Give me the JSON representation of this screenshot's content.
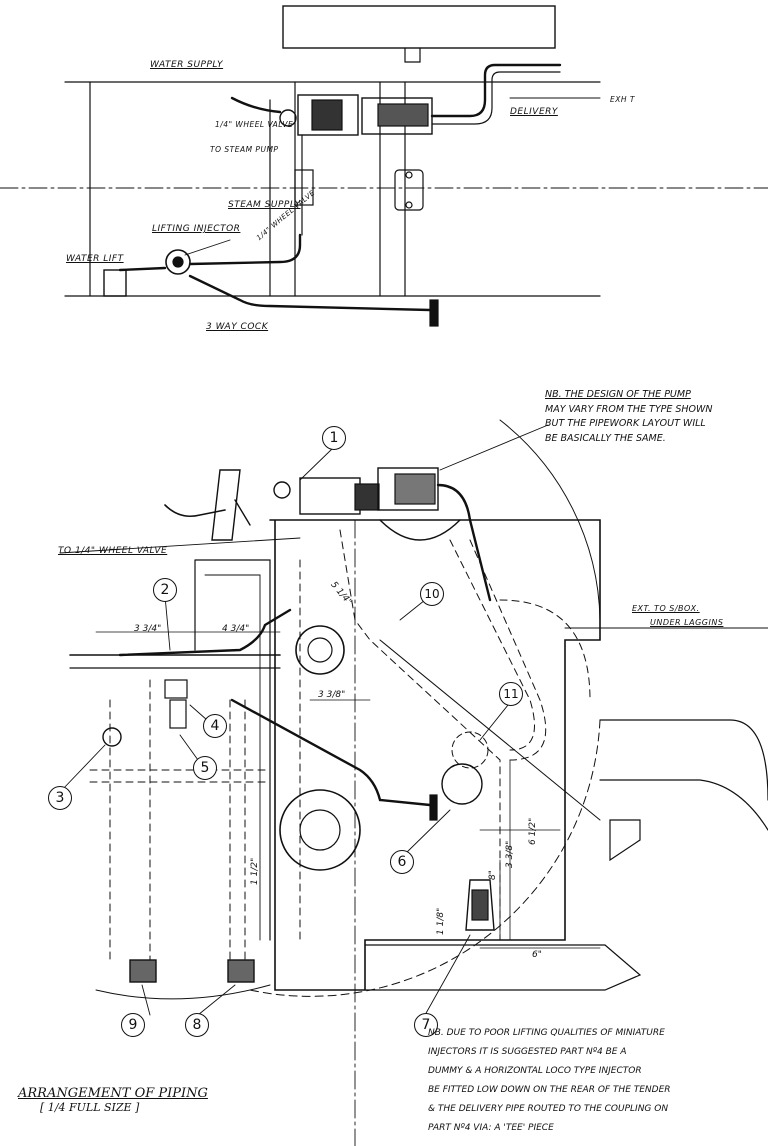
{
  "labels": {
    "water_supply": "WATER SUPPLY",
    "half_wheel_valve_top": "1/4\" WHEEL VALVE",
    "to_steam_pump": "TO STEAM PUMP",
    "exh": "EXH T",
    "delivery": "DELIVERY",
    "steam_supply": "STEAM SUPPLY",
    "wheel_valve_2": "1/4\" WHEEL VALVE",
    "lifting_injector": "LIFTING INJECTOR",
    "water_lift": "WATER LIFT",
    "three_way_cock": "3 WAY COCK",
    "to_wheel_valve": "TO 1/4\" WHEEL VALVE",
    "ext_to_sbox": "EXT. TO S/BOX.",
    "under_laggins": "UNDER LAGGINS"
  },
  "dimensions": {
    "d_3_3_4": "3 3/4\"",
    "d_4_3_4": "4 3/4\"",
    "d_5_1_4": "5 1/4\"",
    "d_3_3_8": "3 3/8\"",
    "d_1_1_2": "1 1/2\"",
    "d_6_1_2": "6 1/2\"",
    "d_8": "8\"",
    "d_3_3_8b": "3 3/8\"",
    "d_1_1_8": "1 1/8\"",
    "d_6": "6\""
  },
  "callouts": [
    "1",
    "2",
    "3",
    "4",
    "5",
    "6",
    "7",
    "8",
    "9",
    "10",
    "11"
  ],
  "note_top": [
    "NB. THE DESIGN OF THE PUMP",
    "MAY VARY FROM THE TYPE SHOWN",
    "BUT THE PIPEWORK LAYOUT WILL",
    "BE BASICALLY THE SAME."
  ],
  "note_bottom": [
    "NB. DUE TO POOR LIFTING QUALITIES OF MINIATURE",
    "INJECTORS IT IS SUGGESTED PART Nº4 BE A",
    "DUMMY & A HORIZONTAL LOCO TYPE INJECTOR",
    "BE FITTED LOW DOWN ON THE REAR OF THE TENDER",
    "& THE DELIVERY PIPE ROUTED TO THE COUPLING ON",
    "PART Nº4 VIA: A 'TEE' PIECE"
  ],
  "title": {
    "main": "ARRANGEMENT OF PIPING",
    "scale": "[ 1/4 FULL SIZE ]"
  }
}
